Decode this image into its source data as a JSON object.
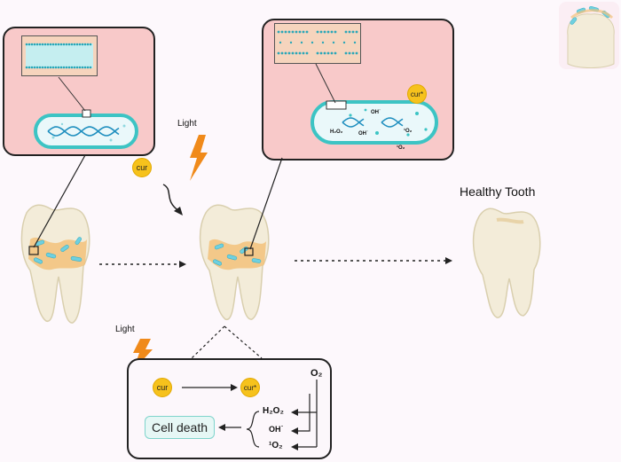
{
  "labels": {
    "light_top": "Light",
    "light_bottom": "Light",
    "healthy_tooth": "Healthy Tooth",
    "cell_death": "Cell death"
  },
  "badges": {
    "cur_left": "cur",
    "cur_star_top": "cur*",
    "cur_bottom": "cur",
    "cur_star_bottom": "cur*"
  },
  "species": {
    "o2": "O₂",
    "h2o2": "H₂O₂",
    "oh": "OH˙",
    "singlet_o2": "¹O₂"
  },
  "bacterium_species": {
    "h2o2": "H₂O₂",
    "oh_top": "OH˙",
    "oh_mid": "OH˙",
    "singlet_o2": "¹O₂",
    "singlet_o2_out": "¹O₂"
  },
  "colors": {
    "pink_panel": "#f8c9c9",
    "membrane_box": "#f6d4bd",
    "cell_border": "#3cc4c4",
    "curcumin": "#f6c21c",
    "light_bolt": "#f08a1a",
    "plaque": "#f2c27a",
    "bacteria": "#6fd0e0"
  }
}
